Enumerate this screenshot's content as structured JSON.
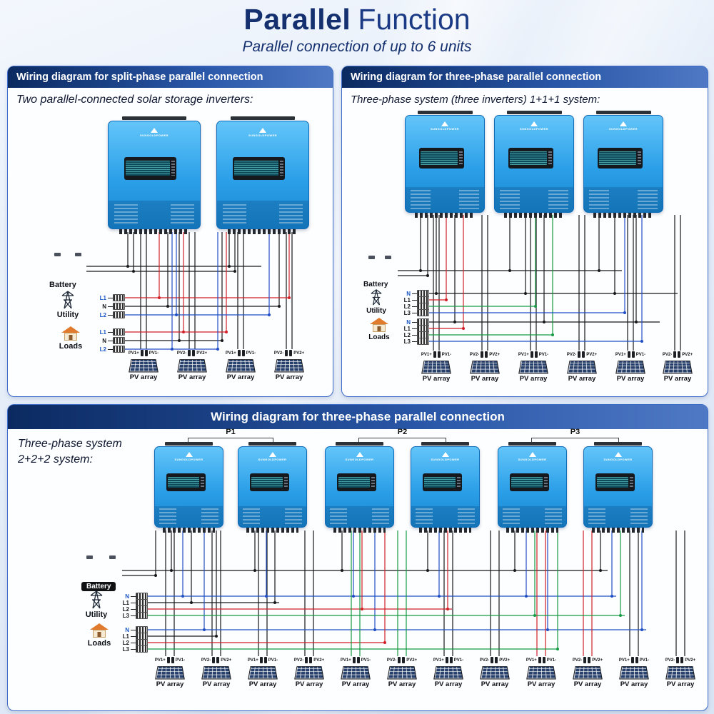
{
  "page": {
    "title_bold": "Parallel",
    "title_rest": "Function",
    "subtitle": "Parallel connection of up to 6 units"
  },
  "labels": {
    "battery": "Battery",
    "utility": "Utility",
    "loads": "Loads",
    "pv_array": "PV array",
    "pv1_plus": "PV1+",
    "pv1_minus": "PV1-",
    "pv2_minus": "PV2-",
    "pv2_plus": "PV2+",
    "brand": "SUNGOLDPOWER"
  },
  "colors": {
    "header_bar": "#0b2a61",
    "panel_border": "#3f6cc8",
    "title": "#14306f",
    "inverter_blue": "#2b9fe8",
    "wire_black": "#16181c",
    "wire_red": "#d21f26",
    "wire_blue": "#1f4fc4",
    "wire_green": "#169a43"
  },
  "panels": {
    "split": {
      "header": "Wiring diagram for split-phase parallel connection",
      "caption": "Two parallel-connected solar storage inverters:",
      "phases": [
        "L1",
        "N",
        "L2"
      ]
    },
    "three_1p1p1": {
      "header": "Wiring diagram for three-phase parallel connection",
      "caption": "Three-phase system (three inverters) 1+1+1 system:",
      "phases": [
        "N",
        "L1",
        "L2",
        "L3"
      ]
    },
    "three_2p2p2": {
      "header": "Wiring diagram for three-phase parallel connection",
      "caption_line1": "Three-phase system",
      "caption_line2": "2+2+2 system:",
      "groups": [
        "P1",
        "P2",
        "P3"
      ],
      "phases": [
        "N",
        "L1",
        "L2",
        "L3"
      ]
    }
  }
}
